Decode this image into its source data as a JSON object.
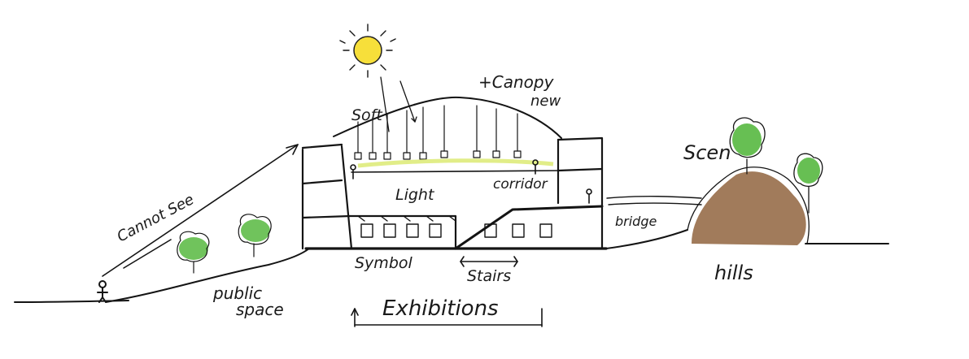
{
  "labels": {
    "canopy": "+Canopy",
    "new": "new",
    "soft": "Soft",
    "light": "Light",
    "corridor": "corridor",
    "cannot_see": "Cannot See",
    "bridge": "bridge",
    "scene": "Scen",
    "symbol": "Symbol",
    "stairs": "Stairs",
    "hills": "hills",
    "public_space_line1": "public",
    "public_space_line2": "space",
    "exhibitions": "Exhibitions"
  },
  "colors": {
    "ink": "#141414",
    "sun": "#f7df3a",
    "tree_green": "#57b840",
    "hill_brown": "#8a5a32",
    "highlight": "#d9e86a"
  }
}
